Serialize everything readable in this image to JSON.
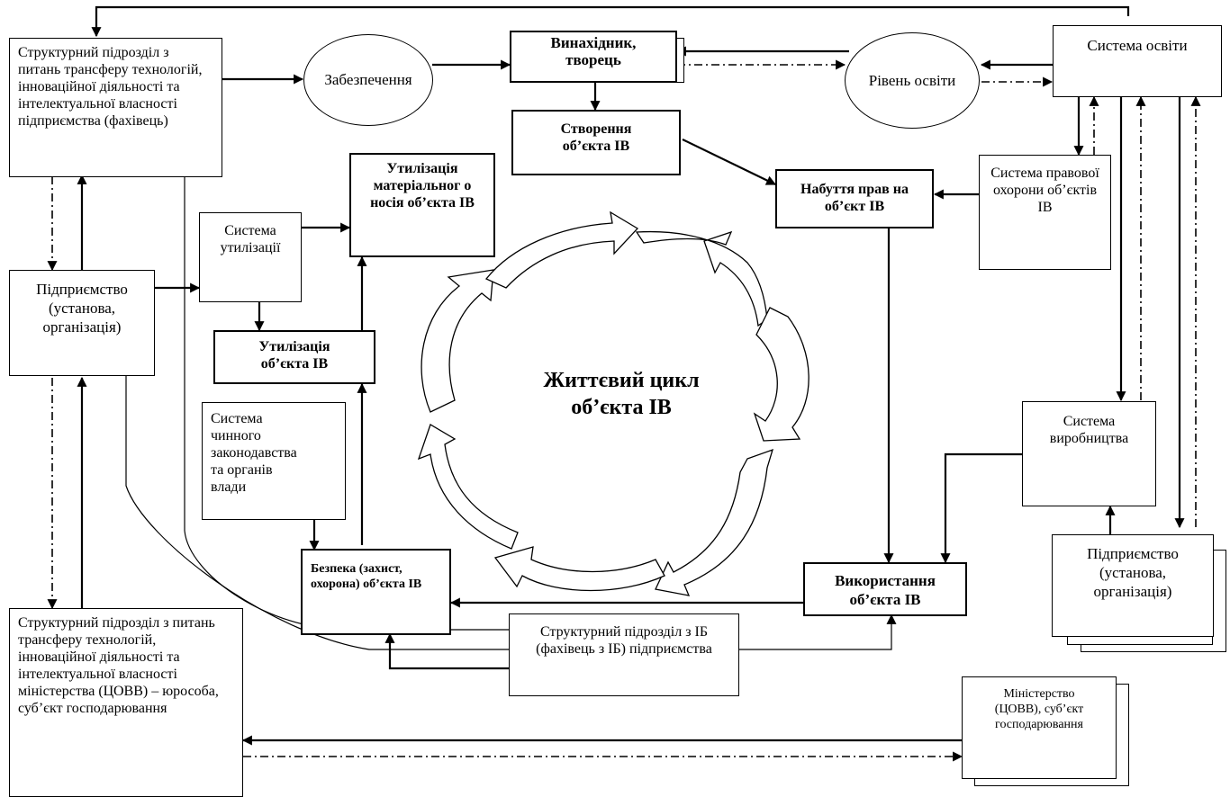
{
  "boxes": {
    "struct_enterprise": "Структурний підрозділ з питань трансферу технологій, інноваційної діяльності та інтелектуальної власності підприємства (фахівець)",
    "provision": "Забезпечення",
    "inventor": "Винахідник, творець",
    "education_level": "Рівень освіти",
    "education_system": "Система освіти",
    "creation": "Створення об’єкта ІВ",
    "disposal_material": "Утилізація матеріальног о носія об’єкта ІВ",
    "acquisition": "Набуття прав на об’єкт ІВ",
    "legal_protection": "Система правової охорони об’єктів ІВ",
    "disposal_system": "Система утилізації",
    "enterprise_left": "Підприємство (установа, організація)",
    "disposal_object": "Утилізація об’єкта ІВ",
    "lifecycle": "Життєвий цикл об’єкта ІВ",
    "legislation": "Система чинного законодавства та органів влади",
    "production_system": "Система виробництва",
    "security": "Безпека (захист, охорона) об’єкта ІВ",
    "usage": "Використання об’єкта ІВ",
    "enterprise_right": "Підприємство (установа, організація)",
    "struct_ib": "Структурний підрозділ з ІБ (фахівець з ІБ) підприємства",
    "struct_ministry": "Структурний підрозділ з питань трансферу технологій, інноваційної діяльності та інтелектуальної власності міністерства (ЦОВВ) – юрособа, суб’єкт господарювання",
    "ministry": "Міністерство (ЦОВВ), суб’єкт господарювання"
  }
}
